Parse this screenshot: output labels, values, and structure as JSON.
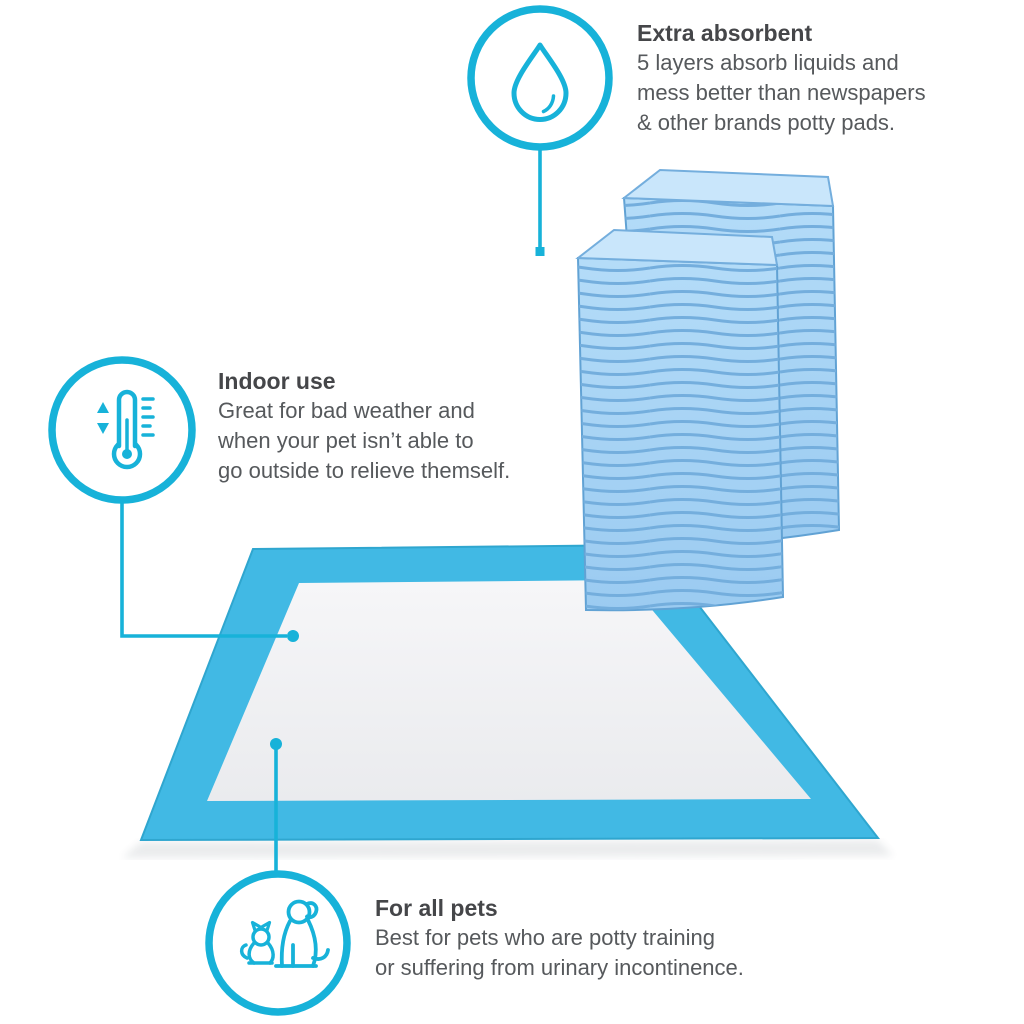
{
  "colors": {
    "accent": "#17b2d9",
    "heading": "#454649",
    "body": "#56595c",
    "pad-blue": "#a8d5f5",
    "pad-top-blue": "#c9e6fb",
    "pad-line-blue": "#74aedd",
    "pad-border-blue": "#41b9e4",
    "pad-inner": "#f2f3f5"
  },
  "callouts": {
    "absorbent": {
      "icon": "water-drop-icon",
      "title": "Extra absorbent",
      "body": "5 layers absorb liquids and\nmess better than newspapers\n& other brands potty pads."
    },
    "indoor": {
      "icon": "thermometer-icon",
      "title": "Indoor use",
      "body": "Great for bad weather and\nwhen your pet isn’t able to\ngo outside to relieve themself."
    },
    "pets": {
      "icon": "dog-and-cat-icon",
      "title": "For all pets",
      "body": "Best for pets who are potty training\nor suffering from urinary incontinence."
    }
  },
  "product": {
    "items": [
      "stacked-potty-pads-back",
      "stacked-potty-pads-front",
      "open-potty-pad"
    ]
  }
}
